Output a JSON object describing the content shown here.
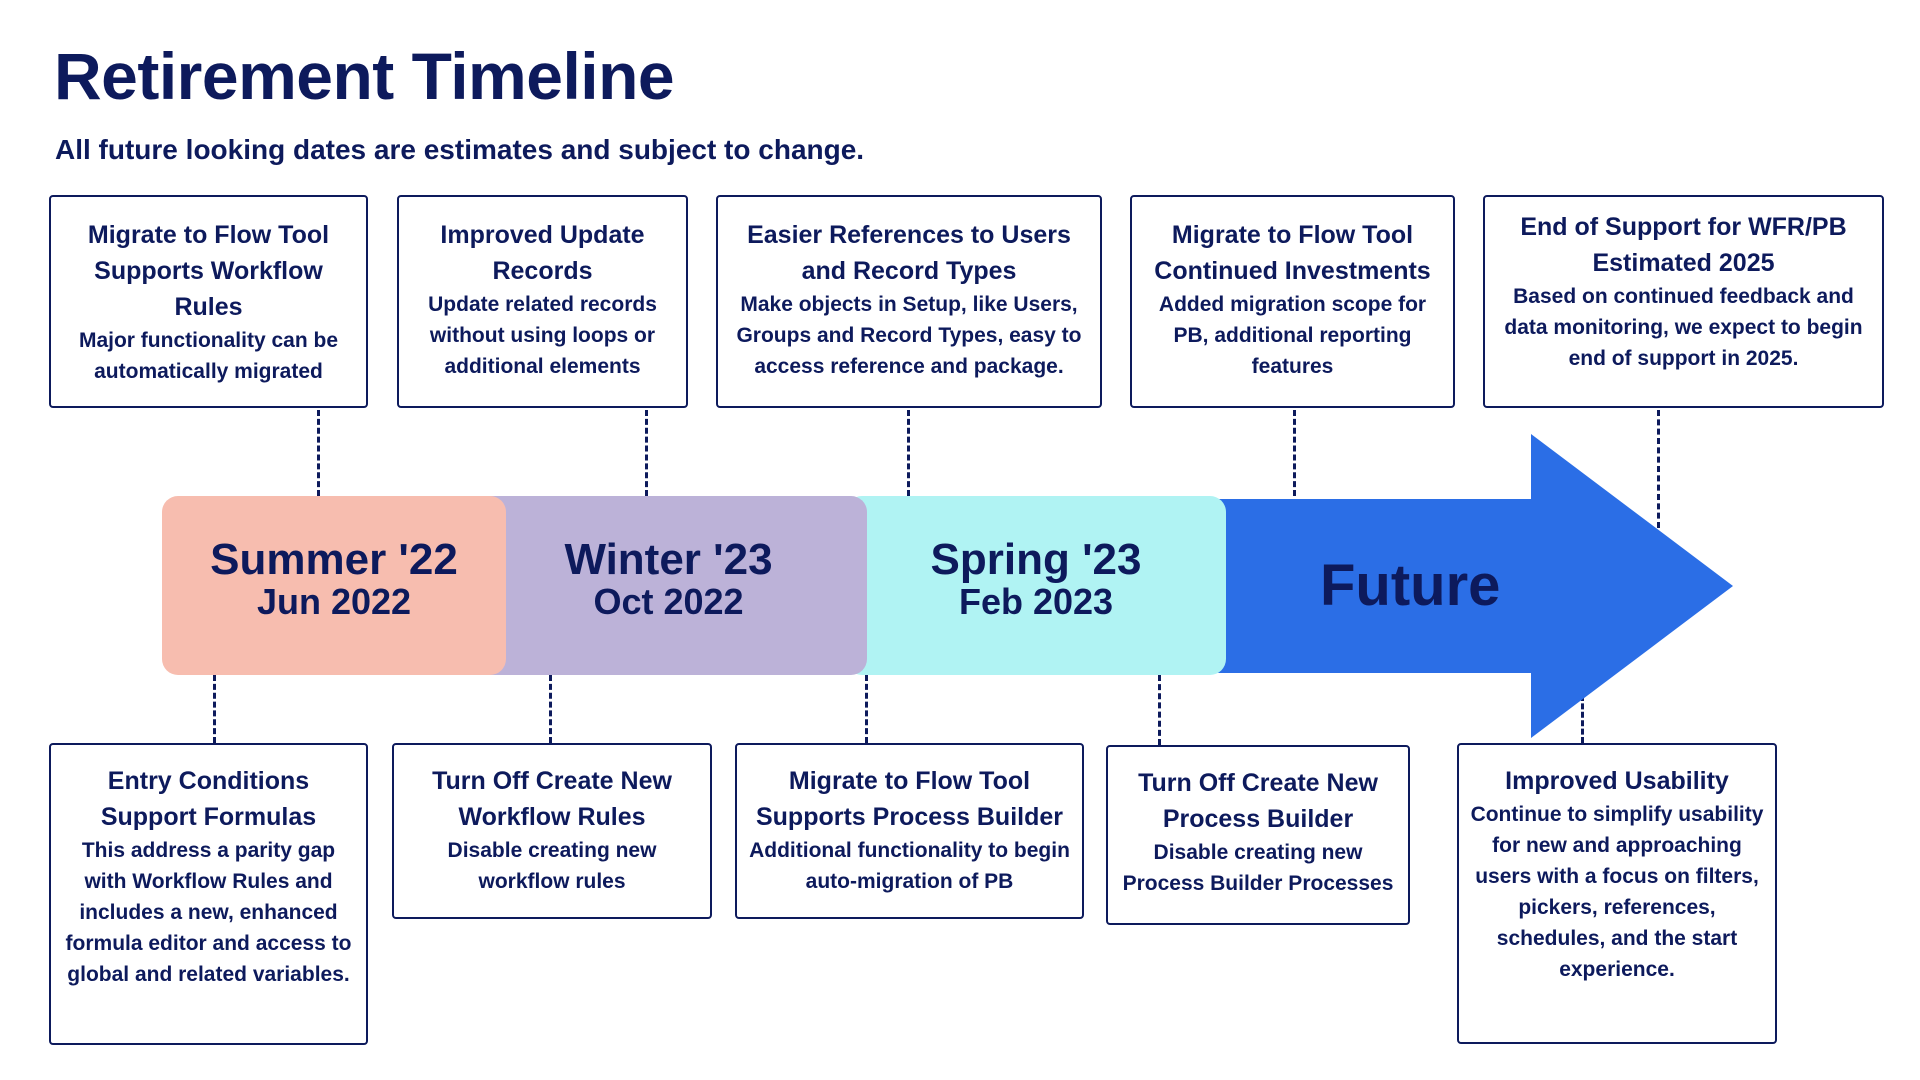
{
  "header": {
    "title": "Retirement Timeline",
    "subtitle": "All future looking dates are estimates and subject to change."
  },
  "colors": {
    "navy": "#0d1a5c",
    "summer": "#f7bdaf",
    "winter": "#bcb2d8",
    "spring": "#b0f3f3",
    "future_arrow": "#2b6ee6"
  },
  "timeline": {
    "segments": [
      {
        "name": "Summer '22",
        "date": "Jun 2022"
      },
      {
        "name": "Winter '23",
        "date": "Oct 2022"
      },
      {
        "name": "Spring '23",
        "date": "Feb 2023"
      }
    ],
    "future_label": "Future"
  },
  "top_boxes": [
    {
      "title": "Migrate to Flow Tool Supports Workflow Rules",
      "description": "Major functionality can be automatically migrated"
    },
    {
      "title": "Improved Update Records",
      "description": "Update related records without using loops or additional elements"
    },
    {
      "title": "Easier References to Users and Record Types",
      "description": "Make objects in Setup, like Users, Groups and Record Types, easy to access reference and package."
    },
    {
      "title": "Migrate to Flow Tool Continued Investments",
      "description": "Added migration scope for PB, additional reporting features"
    },
    {
      "title": "End of Support for WFR/PB Estimated 2025",
      "description": "Based on continued feedback and data monitoring, we expect to begin end of support in 2025."
    }
  ],
  "bottom_boxes": [
    {
      "title": "Entry Conditions Support Formulas",
      "description": "This address a parity gap with Workflow Rules and includes a new, enhanced formula editor and access to global and related variables."
    },
    {
      "title": "Turn Off Create New Workflow Rules",
      "description": "Disable creating new workflow rules"
    },
    {
      "title": "Migrate to Flow Tool Supports Process Builder",
      "description": "Additional functionality to begin auto-migration of PB"
    },
    {
      "title": "Turn Off Create New Process Builder",
      "description": "Disable creating new Process Builder Processes"
    },
    {
      "title": "Improved Usability",
      "description": "Continue to simplify usability for new and approaching users with a focus on filters, pickers, references, schedules, and the start experience."
    }
  ]
}
